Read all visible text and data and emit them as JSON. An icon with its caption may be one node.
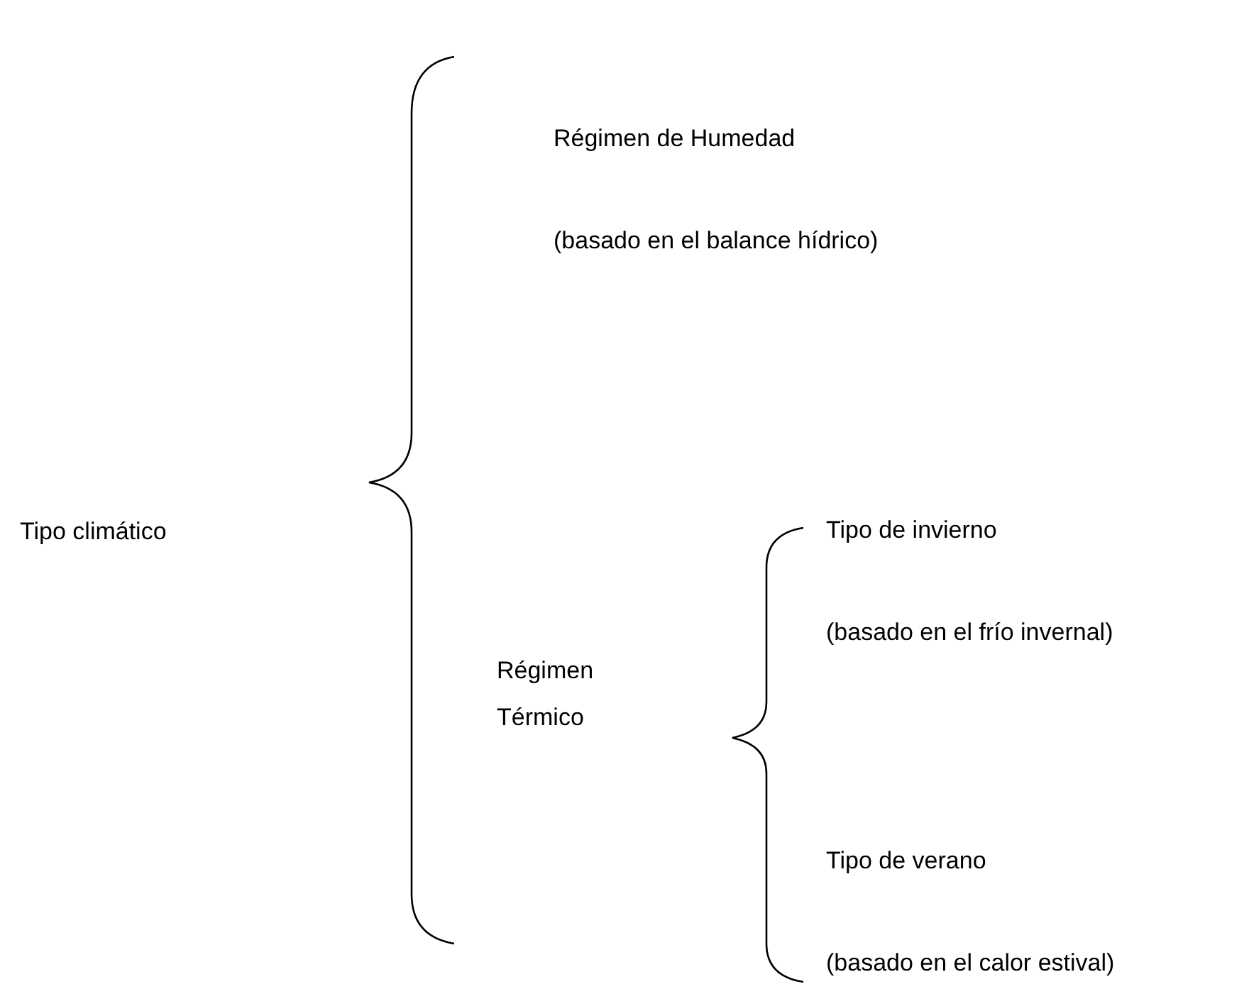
{
  "diagram": {
    "labels": [
      "Tipo climático",
      "Régimen de Humedad",
      "(basado en el balance hídrico)",
      "Régimen Térmico",
      "Tipo de invierno",
      "(basado en el frío invernal)",
      "Tipo de verano",
      "(basado en el calor estival)"
    ]
  }
}
